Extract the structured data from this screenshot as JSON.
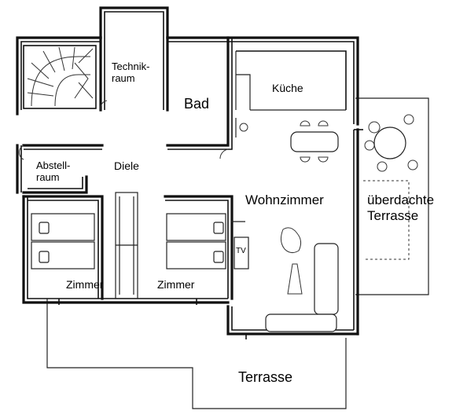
{
  "rooms": {
    "technikraum": "Technik-\nraum",
    "bad": "Bad",
    "kueche": "Küche",
    "abstellraum": "Abstell-\nraum",
    "diele": "Diele",
    "wohnzimmer": "Wohnzimmer",
    "ueberdachte_terrasse": "überdachte\nTerrasse",
    "zimmer_left": "Zimmer",
    "zimmer_right": "Zimmer",
    "terrasse": "Terrasse"
  },
  "fixtures": {
    "tv": "TV"
  },
  "icons": [
    "staircase-icon",
    "dining-table-icon",
    "round-table-icon",
    "bed-icon",
    "sofa-icon",
    "armchair-icon",
    "tv-icon"
  ]
}
